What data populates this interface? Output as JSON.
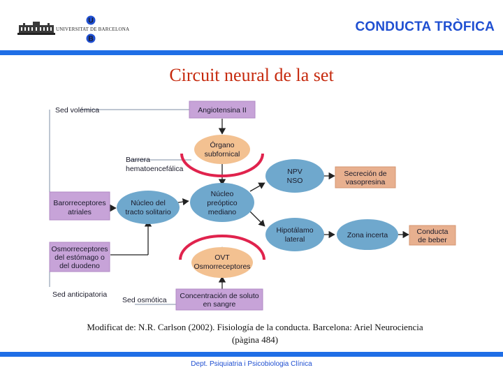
{
  "header": {
    "university": "UNIVERSITAT DE BARCELONA",
    "logo_letters": [
      "U",
      "B"
    ],
    "section_title": "CONDUCTA TRÒFICA"
  },
  "slide": {
    "title": "Circuit neural de la set"
  },
  "diagram": {
    "labels": {
      "sed_volemica": "Sed volémica",
      "barrera": [
        "Barrera",
        "hematoencefálica"
      ],
      "sed_anticipatoria": "Sed anticipatoria",
      "sed_osmotica": "Sed osmótica"
    },
    "boxes": {
      "angiotensina": [
        "Angiotensina II"
      ],
      "barorreceptores": [
        "Barorreceptores",
        "atriales"
      ],
      "osmorreceptores": [
        "Osmorreceptores",
        "del estómago o",
        "del duodeno"
      ],
      "concentracion": [
        "Concentración de soluto",
        "en sangre"
      ],
      "secrecion": [
        "Secreción de",
        "vasopresina"
      ],
      "conducta": [
        "Conducta",
        "de beber"
      ]
    },
    "nodes": {
      "organo": [
        "Órgano",
        "subfornical"
      ],
      "ovt": [
        "OVT",
        "Osmorreceptores"
      ],
      "nucleo_tracto": [
        "Núcleo del",
        "tracto solitario"
      ],
      "nucleo_preoptico": [
        "Núcleo",
        "preóptico",
        "mediano"
      ],
      "npv": [
        "NPV",
        "NSO"
      ],
      "hipotalamo": [
        "Hipotálamo",
        "lateral"
      ],
      "zona_incerta": [
        "Zona incerta"
      ]
    },
    "colors": {
      "box_purple": "#c7a3d8",
      "box_orange": "#e8b08f",
      "node_blue": "#6fa8cd",
      "node_orange": "#f3c191",
      "barrier_red": "#e0234d",
      "line_gray": "#a9b4c2"
    }
  },
  "caption": {
    "line1": "Modificat de: N.R. Carlson (2002). Fisiología de la conducta. Barcelona: Ariel Neurociencia",
    "line2": "(pàgina 484)"
  },
  "footer": {
    "text": "Dept. Psiquiatria i Psicobiologia Clínica"
  }
}
